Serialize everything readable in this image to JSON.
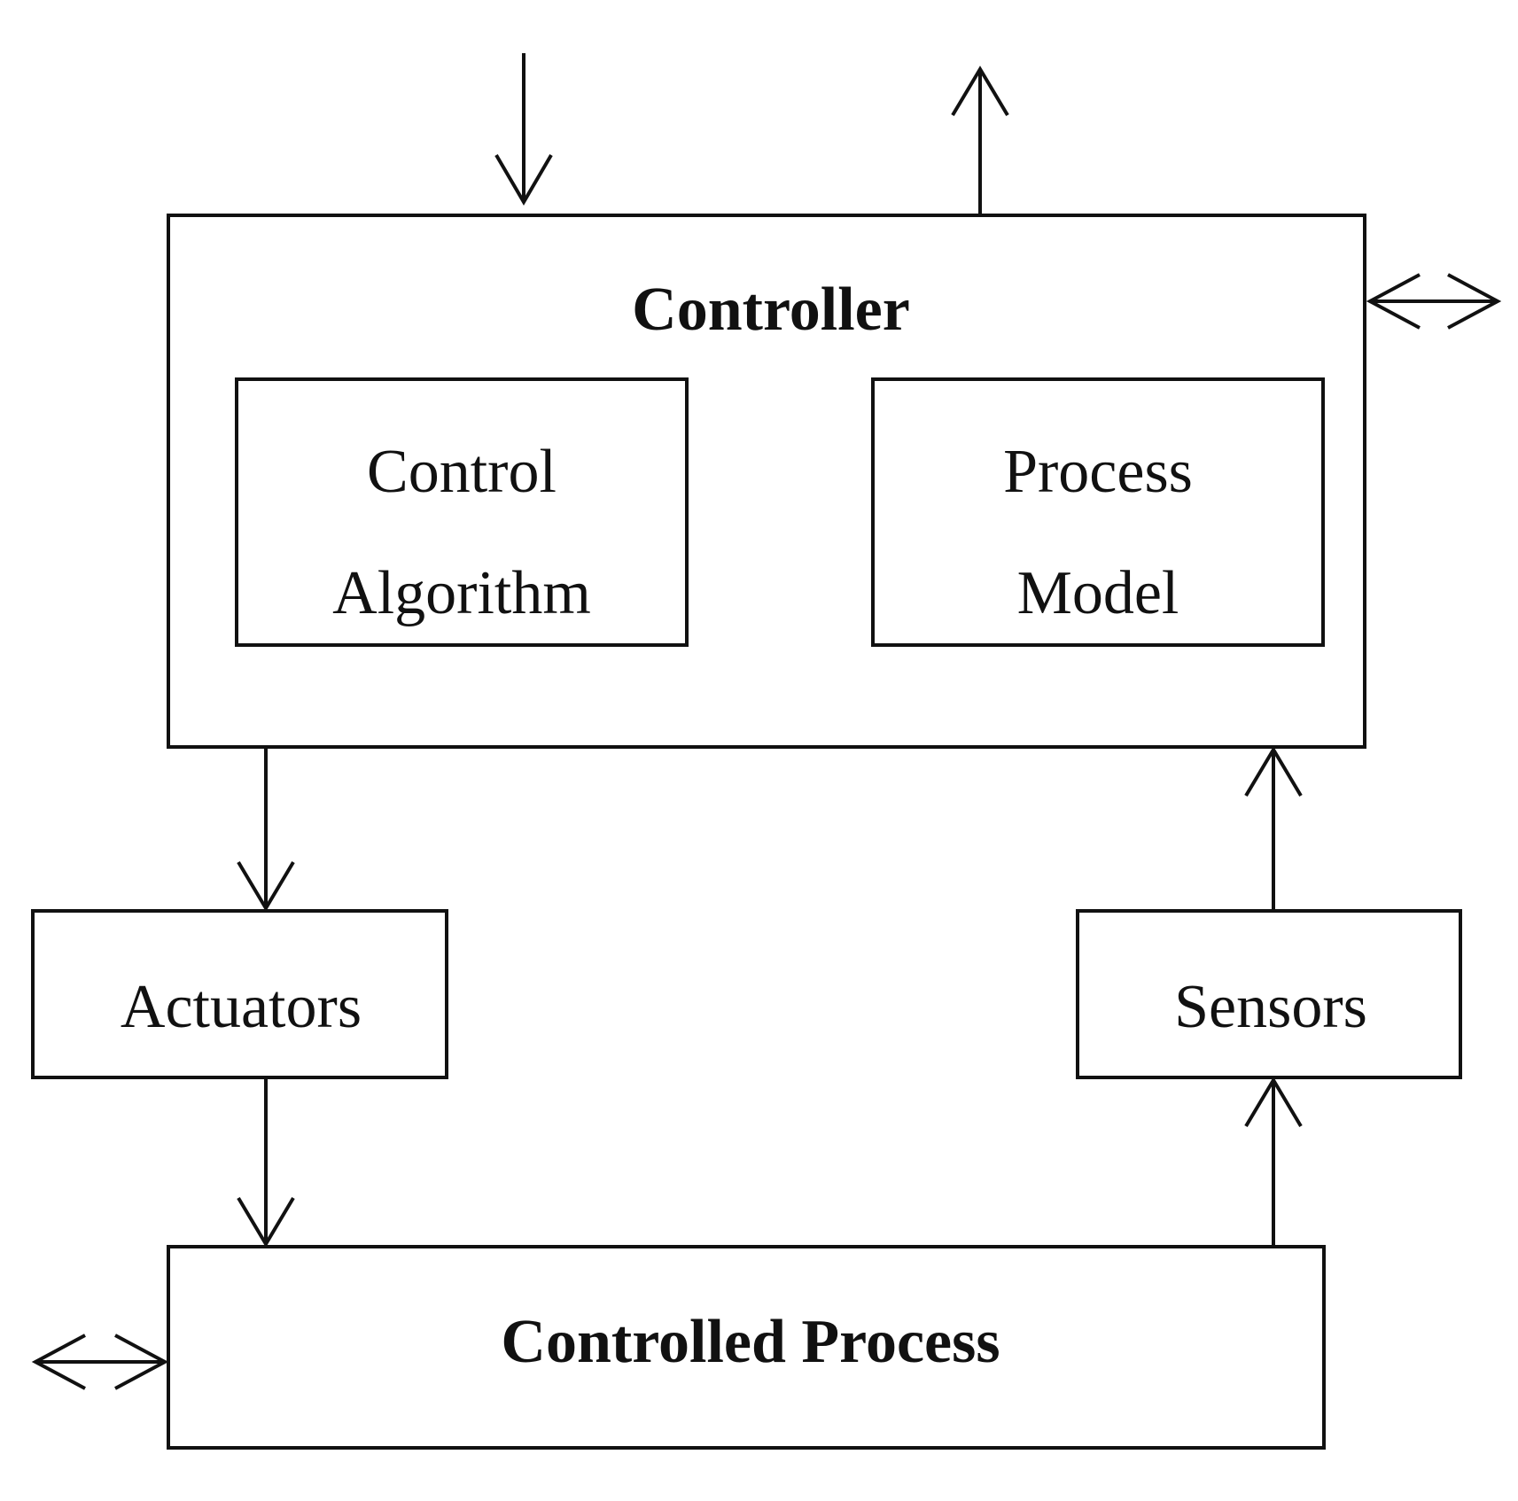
{
  "diagram": {
    "controller": {
      "label": "Controller"
    },
    "control_algorithm": {
      "line1": "Control",
      "line2": "Algorithm"
    },
    "process_model": {
      "line1": "Process",
      "line2": "Model"
    },
    "actuators": {
      "label": "Actuators"
    },
    "sensors": {
      "label": "Sensors"
    },
    "controlled_process": {
      "label": "Controlled Process"
    },
    "colors": {
      "stroke": "#111111",
      "background": "#ffffff"
    }
  }
}
